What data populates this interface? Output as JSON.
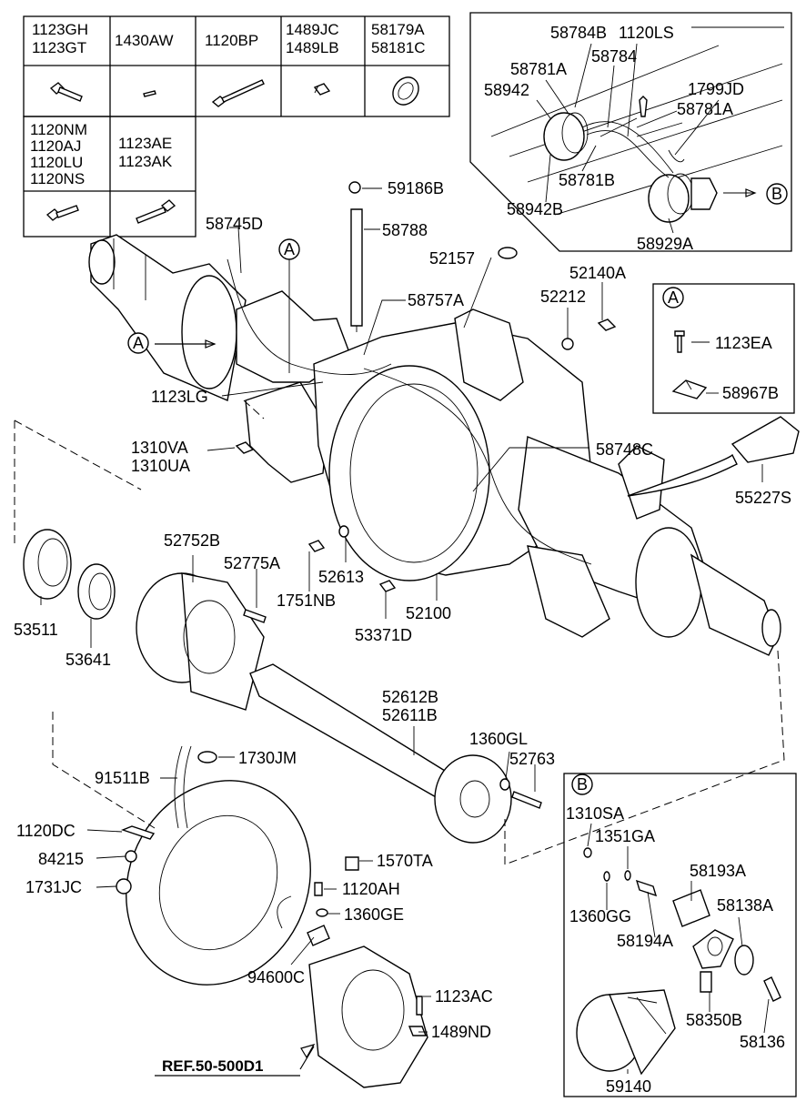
{
  "fastener_table": {
    "row1": [
      {
        "lines": [
          "1123GH",
          "1123GT"
        ]
      },
      {
        "lines": [
          "1430AW"
        ]
      },
      {
        "lines": [
          "1120BP"
        ]
      },
      {
        "lines": [
          "1489JC",
          "1489LB"
        ]
      },
      {
        "lines": [
          "58179A",
          "58181C"
        ]
      }
    ],
    "row2": [
      {
        "lines": [
          "1120NM",
          "1120AJ",
          "1120LU",
          "1120NS"
        ]
      },
      {
        "lines": [
          "1123AE",
          "1123AK"
        ]
      }
    ]
  },
  "detail_a": {
    "title": "A",
    "parts": [
      "1123EA",
      "58967B"
    ]
  },
  "detail_b": {
    "title": "B",
    "parts": [
      "1310SA",
      "1351GA",
      "1360GG",
      "58193A",
      "58194A",
      "58138A",
      "58350B",
      "58136",
      "59140"
    ]
  },
  "sensor_inset": {
    "parts": [
      "58784B",
      "1120LS",
      "58781A",
      "58784",
      "58942",
      "1799JD",
      "58781A",
      "58781B",
      "58942B",
      "58929A"
    ],
    "callout": "B"
  },
  "main_labels": {
    "p59186B": "59186B",
    "p58788": "58788",
    "p58745D": "58745D",
    "calloutA1": "A",
    "calloutA2": "A",
    "p52157": "52157",
    "p52140A": "52140A",
    "p52212": "52212",
    "p58757A": "58757A",
    "p1123LG": "1123LG",
    "p1310VA": "1310VA",
    "p1310UA": "1310UA",
    "p58748C": "58748C",
    "p55227S": "55227S",
    "p52752B": "52752B",
    "p52775A": "52775A",
    "p52613": "52613",
    "p1751NB": "1751NB",
    "p52100": "52100",
    "p53371D": "53371D",
    "p53511": "53511",
    "p53641": "53641",
    "p52612B": "52612B",
    "p52611B": "52611B",
    "p1360GL": "1360GL",
    "p52763": "52763",
    "p91511B": "91511B",
    "p1730JM": "1730JM",
    "p1120DC": "1120DC",
    "p84215": "84215",
    "p1731JC": "1731JC",
    "p1570TA": "1570TA",
    "p1120AH": "1120AH",
    "p1360GE": "1360GE",
    "p94600C": "94600C",
    "p1123AC": "1123AC",
    "p1489ND": "1489ND",
    "ref": "REF.50-500D1"
  }
}
